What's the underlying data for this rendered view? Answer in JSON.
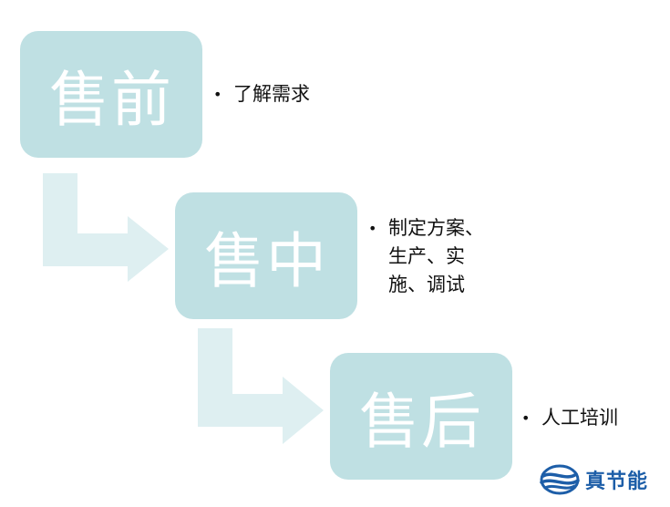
{
  "stages": [
    {
      "title": "售前",
      "items": [
        "了解需求"
      ]
    },
    {
      "title": "售中",
      "items": [
        "制定方案、生产、实施、调试"
      ]
    },
    {
      "title": "售后",
      "items": [
        "人工培训"
      ]
    }
  ],
  "logo": {
    "text": "真节能",
    "icon": "wave-logo-icon",
    "color": "#1d5ea8"
  },
  "colors": {
    "box": "#bfe0e3",
    "arrow": "#deeff1",
    "box_text": "#ffffff",
    "bullet_text": "#111111"
  }
}
